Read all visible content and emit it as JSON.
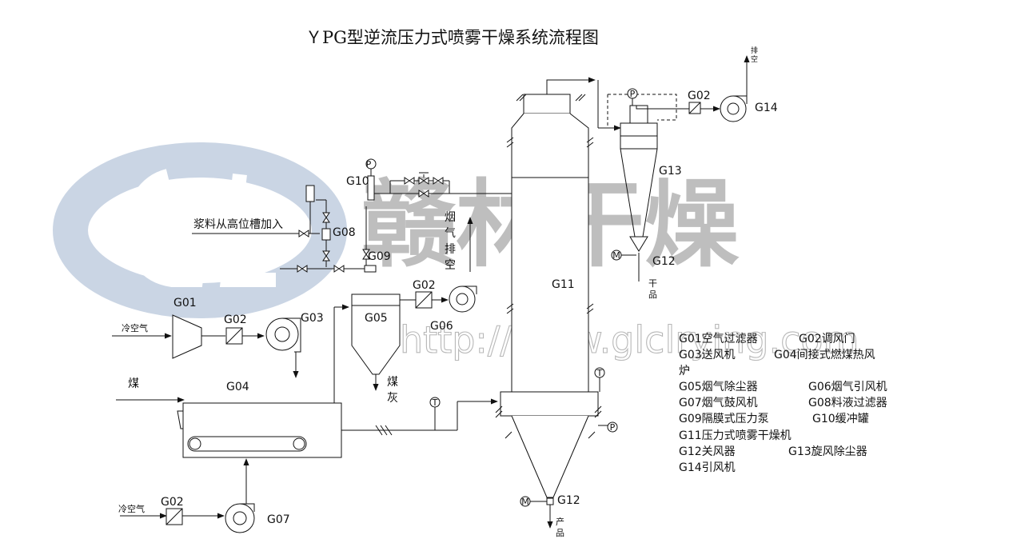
{
  "title": "ＹPG型逆流压力式喷雾干燥系统流程图",
  "watermark": {
    "logo_text": "GL",
    "company_text": "赣林干燥",
    "url": "http://www.glclrying.com",
    "logo_color": "#9fb3cf"
  },
  "stream_labels": {
    "slurry_feed": "浆料从高位槽加入",
    "cold_air_1": "冷空气",
    "coal": "煤",
    "cold_air_2": "冷空气",
    "flue_exhaust": "烟气排空",
    "coal_ash": "煤灰",
    "dry_product": "干品",
    "product": "产品",
    "exhaust_top": "排空"
  },
  "equipment_tags": {
    "g01": "G01",
    "g02_a": "G02",
    "g02_b": "G02",
    "g02_c": "G02",
    "g02_d": "G02",
    "g03": "G03",
    "g04": "G04",
    "g05": "G05",
    "g06": "G06",
    "g07": "G07",
    "g08": "G08",
    "g09": "G09",
    "g10": "G10",
    "g11": "G11",
    "g12_a": "G12",
    "g12_b": "G12",
    "g13": "G13",
    "g14": "G14"
  },
  "instrument_symbols": {
    "pressure": "P",
    "temperature": "T",
    "motor": "M"
  },
  "legend": [
    "G01空气过滤器",
    "G02调风门",
    "G03送风机",
    "G04间接式燃煤热风",
    "炉",
    "G05烟气除尘器",
    "G06烟气引风机",
    "G07烟气鼓风机",
    "G08料液过滤器",
    "G09隔膜式压力泵",
    "G10缓冲罐",
    "G11压力式喷雾干燥机",
    "G12关风器",
    "G13旋风除尘器",
    "G14引风机"
  ]
}
